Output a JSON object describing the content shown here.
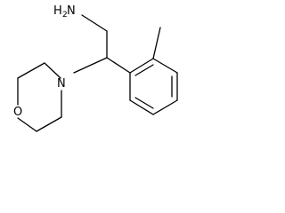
{
  "structure": {
    "atoms": {
      "amine_label": "H",
      "amine_label_suffix": "N",
      "amine_subscript": "2",
      "ring_n_label": "N",
      "ring_o_label": "O"
    },
    "colors": {
      "bond": "#000000",
      "text": "#000000",
      "background": "#ffffff"
    }
  }
}
